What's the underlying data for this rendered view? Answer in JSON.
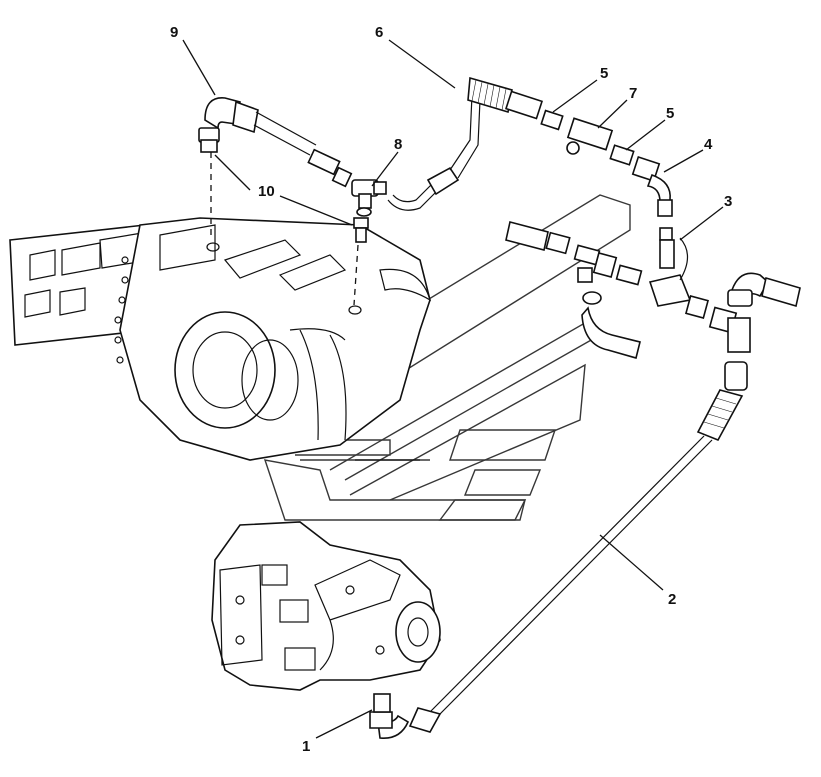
{
  "callouts": [
    {
      "id": "label-1",
      "text": "1"
    },
    {
      "id": "label-2",
      "text": "2"
    },
    {
      "id": "label-3",
      "text": "3"
    },
    {
      "id": "label-4",
      "text": "4"
    },
    {
      "id": "label-5a",
      "text": "5"
    },
    {
      "id": "label-5b",
      "text": "5"
    },
    {
      "id": "label-6",
      "text": "6"
    },
    {
      "id": "label-7",
      "text": "7"
    },
    {
      "id": "label-8",
      "text": "8"
    },
    {
      "id": "label-9",
      "text": "9"
    },
    {
      "id": "label-10",
      "text": "10"
    }
  ]
}
